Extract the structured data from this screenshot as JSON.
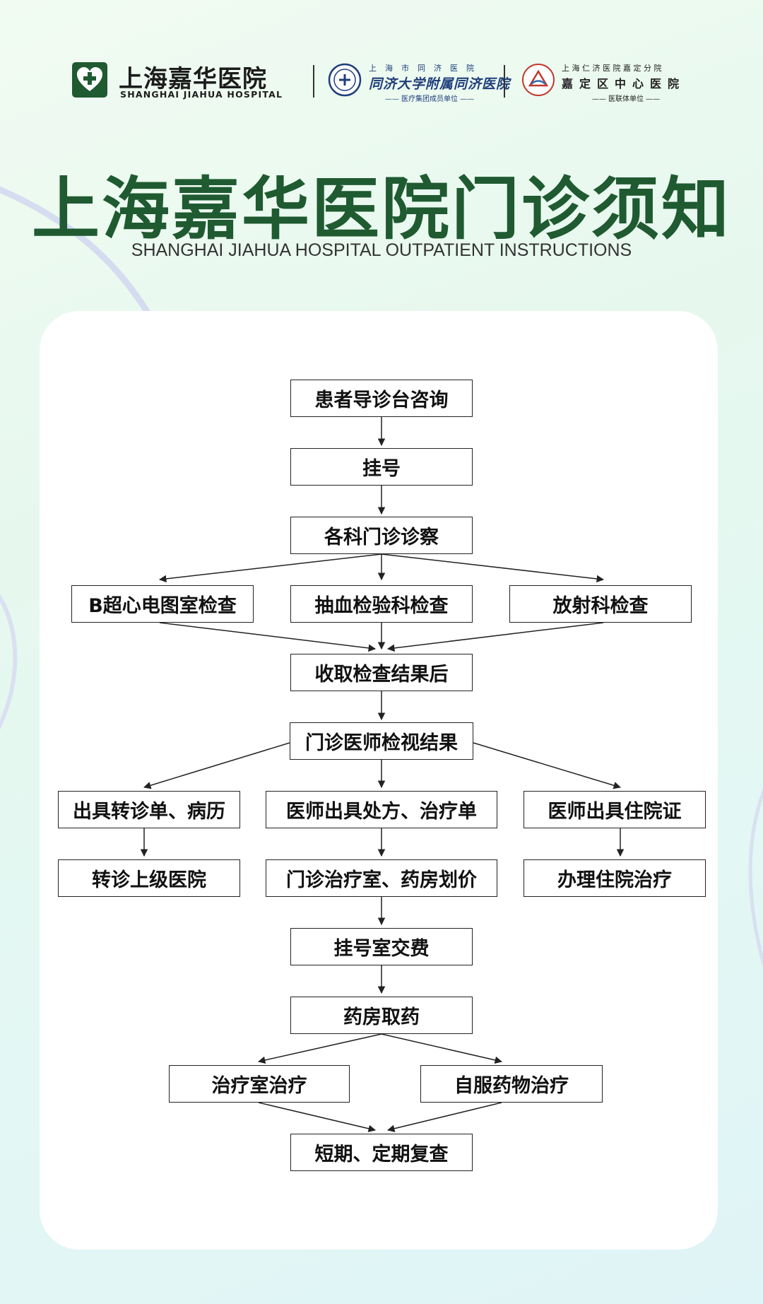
{
  "header": {
    "jiahua": {
      "name_cn": "上海嘉华医院",
      "name_en": "SHANGHAI JIAHUA HOSPITAL"
    },
    "tongji": {
      "line1": "上海市同济医院",
      "line2": "同济大学附属同济医院",
      "line3": "—— 医疗集团成员单位 ——"
    },
    "jiading": {
      "line1": "上海仁济医院嘉定分院",
      "line2": "嘉定区中心医院",
      "line3": "—— 医联体单位 ——"
    }
  },
  "title": "上海嘉华医院门诊须知",
  "subtitle": "SHANGHAI JIAHUA HOSPITAL OUTPATIENT INSTRUCTIONS",
  "flow": {
    "consult": "患者导诊台咨询",
    "register": "挂号",
    "diagnose": "各科门诊诊察",
    "ultrasound": "B超心电图室检查",
    "blood": "抽血检验科检查",
    "radiology": "放射科检查",
    "collect": "收取检查结果后",
    "review": "门诊医师检视结果",
    "referral": "出具转诊单、病历",
    "prescription": "医师出具处方、治疗单",
    "admission": "医师出具住院证",
    "transfer": "转诊上级医院",
    "pricing": "门诊治疗室、药房划价",
    "inpatient": "办理住院治疗",
    "payment": "挂号室交费",
    "pharmacy": "药房取药",
    "treatment_room": "治疗室治疗",
    "self_medication": "自服药物治疗",
    "followup": "短期、定期复查"
  },
  "colors": {
    "brand_green": "#1f5a31",
    "tongji_blue": "#1f3e7a",
    "line": "#222222"
  }
}
